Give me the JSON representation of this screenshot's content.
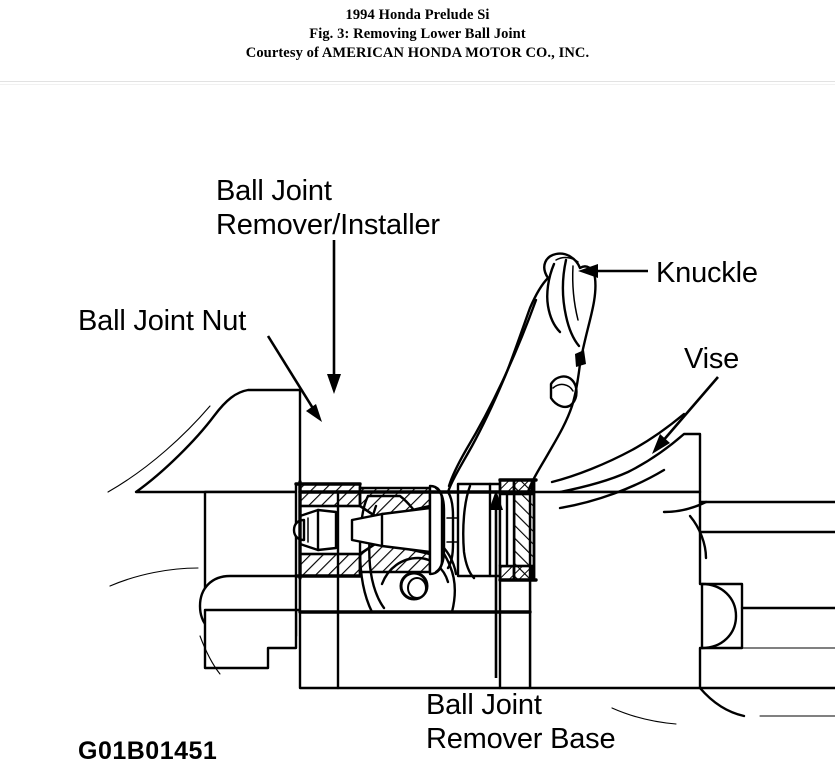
{
  "header": {
    "vehicle": "1994 Honda Prelude Si",
    "figure": "Fig. 3: Removing Lower Ball Joint",
    "courtesy": "Courtesy of AMERICAN HONDA MOTOR CO., INC."
  },
  "figure": {
    "code": "G01B01451",
    "labels": {
      "remover_installer_line1": "Ball Joint",
      "remover_installer_line2": "Remover/Installer",
      "ball_joint_nut": "Ball Joint Nut",
      "knuckle": "Knuckle",
      "vise": "Vise",
      "remover_base_line1": "Ball Joint",
      "remover_base_line2": "Remover Base"
    }
  },
  "colors": {
    "ink": "#000000",
    "page": "#ffffff",
    "rule": "#e2e2e2"
  }
}
